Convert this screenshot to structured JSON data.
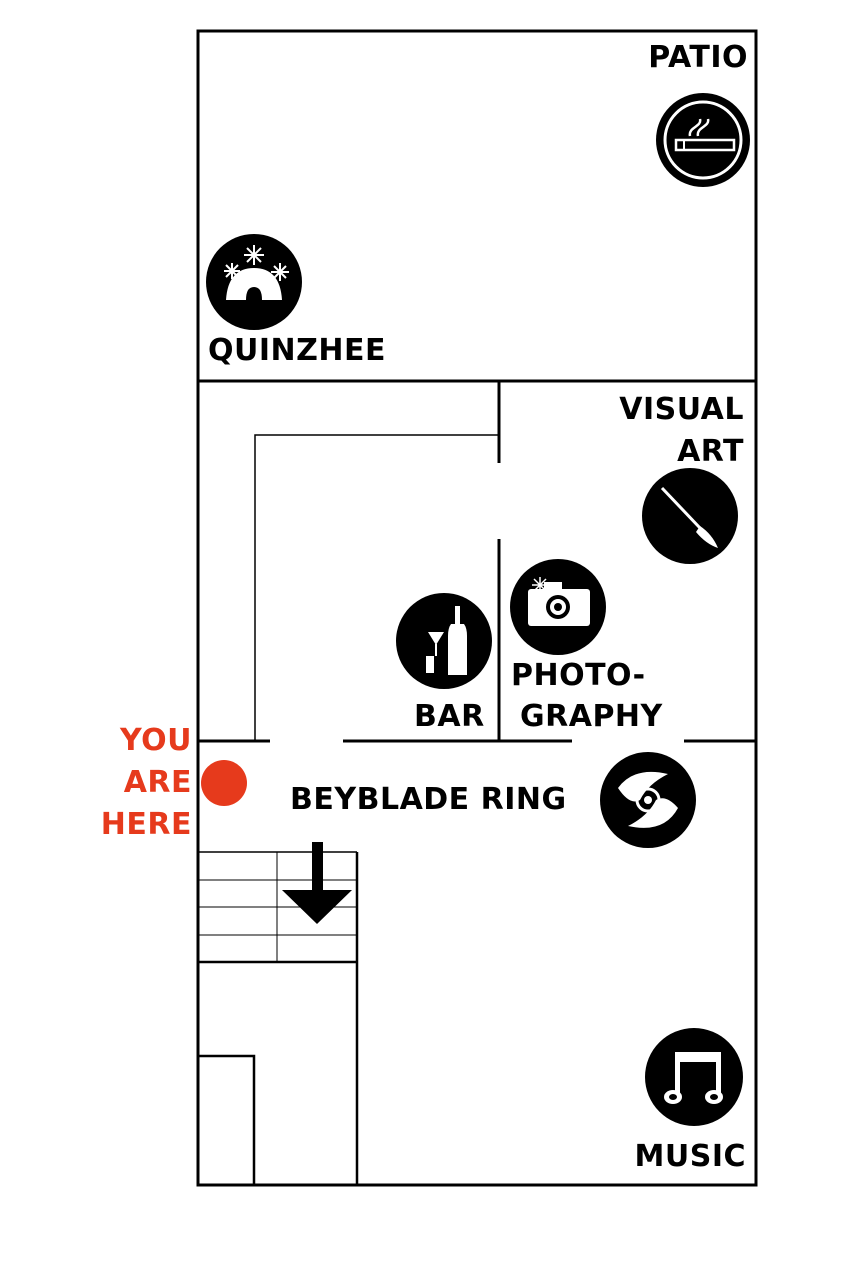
{
  "rooms": {
    "patio": {
      "label": "PATIO",
      "icon": "smoking-icon"
    },
    "quinzhee": {
      "label": "QUINZHEE",
      "icon": "igloo-icon"
    },
    "visual_art": {
      "label_line1": "VISUAL",
      "label_line2": "ART",
      "icon": "paintbrush-icon"
    },
    "bar": {
      "label": "BAR",
      "icon": "cocktail-bottle-icon"
    },
    "photography": {
      "label_line1": "PHOTO-",
      "label_line2": "GRAPHY",
      "icon": "camera-icon"
    },
    "beyblade": {
      "label": "BEYBLADE RING",
      "icon": "beyblade-icon"
    },
    "music": {
      "label": "MUSIC",
      "icon": "music-note-icon"
    }
  },
  "you_are_here": {
    "line1": "YOU",
    "line2": "ARE",
    "line3": "HERE",
    "color": "#e63a1c"
  },
  "colors": {
    "walls": "#000000",
    "icon_bg": "#000000",
    "icon_fg": "#ffffff",
    "marker": "#e63a1c"
  }
}
